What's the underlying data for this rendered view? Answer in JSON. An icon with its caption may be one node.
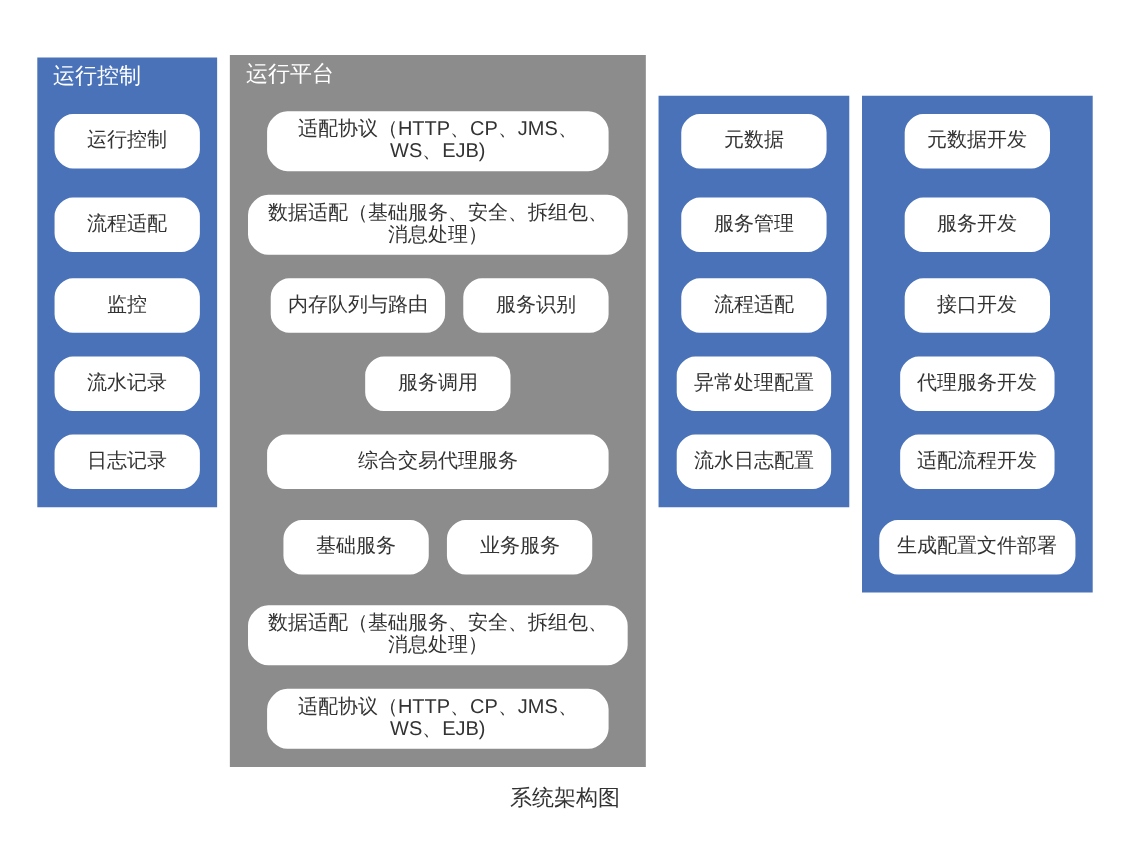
{
  "diagram": {
    "caption": "系统架构图",
    "nodes": [
      {
        "text": [
          "运行控制"
        ]
      },
      {
        "text": [
          "运行控制"
        ],
        "in": 0
      },
      {
        "text": [
          "流程适配"
        ],
        "in": 0
      },
      {
        "text": [
          "监控"
        ],
        "in": 0
      },
      {
        "text": [
          "流水记录"
        ],
        "in": 0
      },
      {
        "text": [
          "日志记录"
        ],
        "in": 0
      },
      {
        "text": [
          "运行平台"
        ]
      },
      {
        "text": [
          "适配协议（HTTP、CP、JMS、WS、EJB)"
        ],
        "in": 6
      },
      {
        "text": [
          "数据适配（基础服务、安全、拆组包、消息处理）"
        ],
        "in": 6
      },
      {
        "text": [
          "内存队列与路由"
        ],
        "in": 6
      },
      {
        "text": [
          "服务识别"
        ],
        "in": 6
      },
      {
        "text": [
          "服务调用"
        ],
        "in": 6
      },
      {
        "text": [
          "综合交易代理服务"
        ],
        "in": 6
      },
      {
        "text": [
          "基础服务"
        ],
        "in": 6
      },
      {
        "text": [
          "业务服务"
        ],
        "in": 6
      },
      {
        "text": [
          "数据适配（基础服务、安全、拆组包、消息处理）"
        ],
        "in": 6
      },
      {
        "text": [
          "适配协议（HTTP、CP、JMS、WS、EJB)"
        ],
        "in": 6
      },
      {
        "text": [],
        "shape": "box"
      },
      {
        "text": [
          "元数据"
        ],
        "in": 17
      },
      {
        "text": [
          "服务管理"
        ],
        "in": 17
      },
      {
        "text": [
          "流程适配"
        ],
        "in": 17
      },
      {
        "text": [
          "异常处理配置"
        ],
        "in": 17
      },
      {
        "text": [
          "流水日志配置"
        ],
        "in": 17
      },
      {
        "text": [],
        "shape": "box"
      },
      {
        "text": [
          "元数据开发"
        ],
        "in": 23
      },
      {
        "text": [
          "服务开发"
        ],
        "in": 23
      },
      {
        "text": [
          "接口开发"
        ],
        "in": 23
      },
      {
        "text": [
          "代理服务开发"
        ],
        "in": 23
      },
      {
        "text": [
          "适配流程开发"
        ],
        "in": 23
      },
      {
        "text": [
          "生成配置文件部署"
        ],
        "in": 23
      }
    ],
    "edges": []
  }
}
